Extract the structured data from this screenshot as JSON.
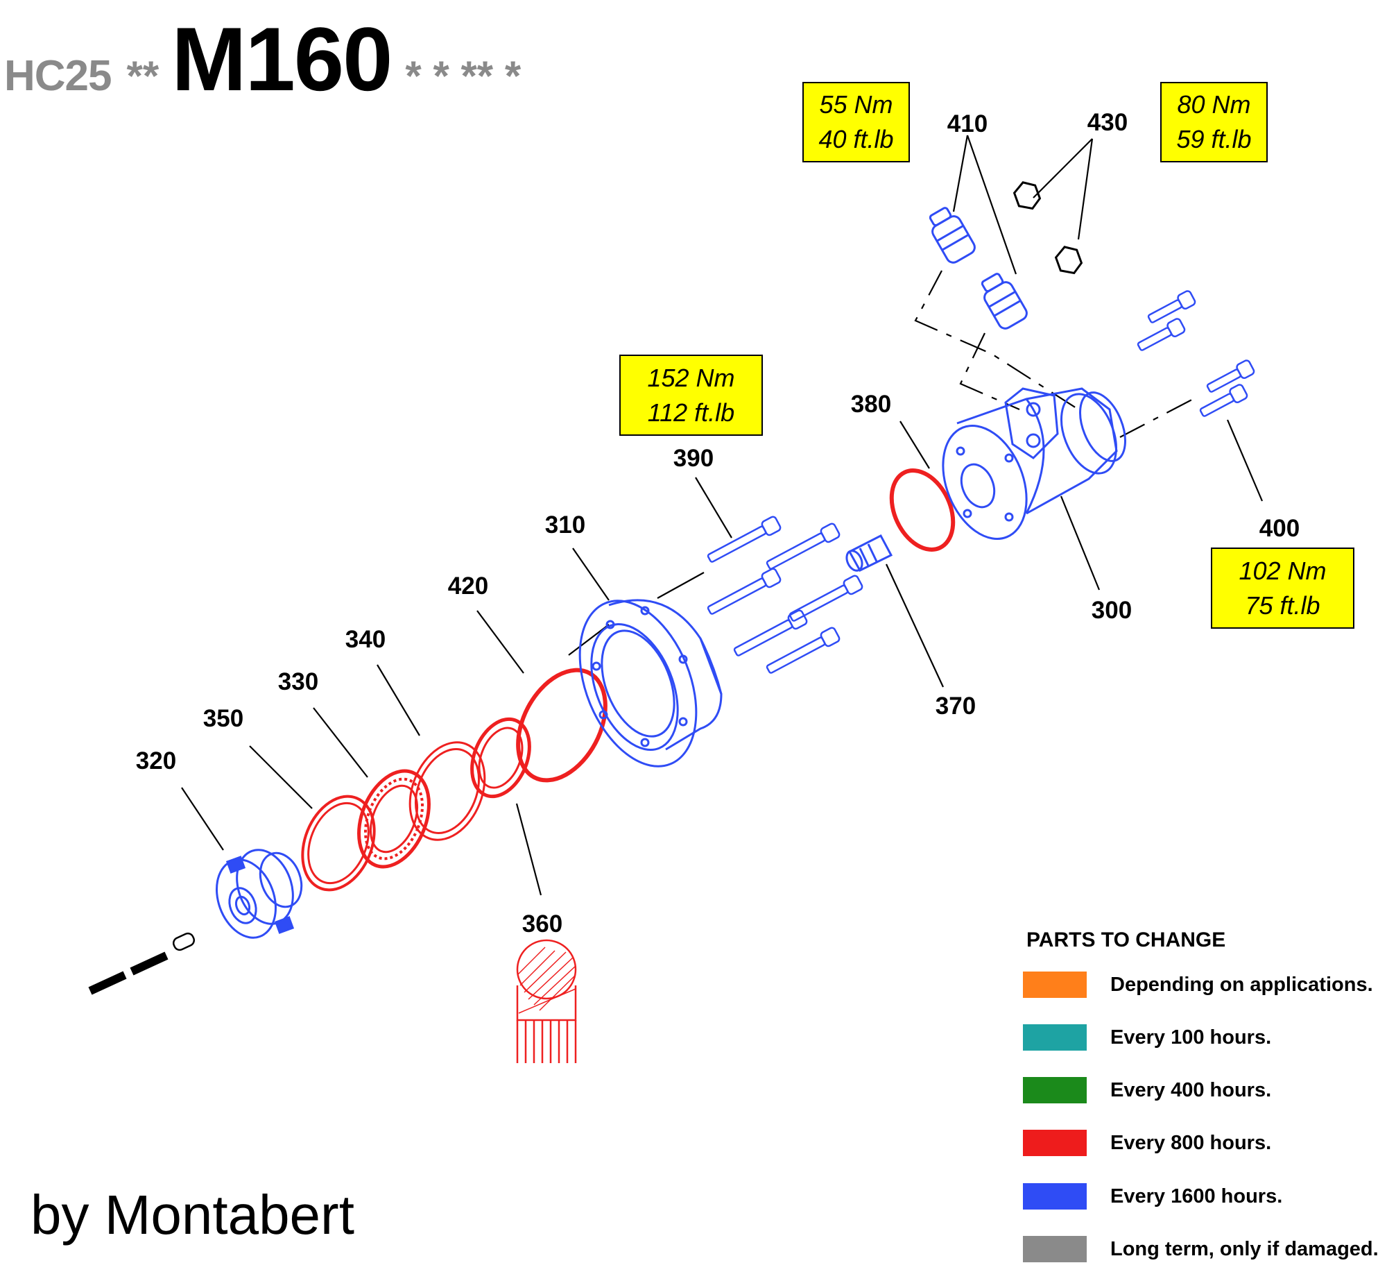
{
  "title": {
    "model": "HC25",
    "stars_left": "**",
    "main": "M160",
    "stars_right": "* * ** *"
  },
  "credit": "by Montabert",
  "torques": [
    {
      "nm": "55 Nm",
      "ftlb": "40 ft.lb"
    },
    {
      "nm": "80 Nm",
      "ftlb": "59 ft.lb"
    },
    {
      "nm": "152 Nm",
      "ftlb": "112 ft.lb"
    },
    {
      "nm": "102 Nm",
      "ftlb": "75 ft.lb"
    }
  ],
  "parts": [
    "410",
    "430",
    "380",
    "390",
    "310",
    "420",
    "340",
    "330",
    "350",
    "320",
    "360",
    "370",
    "300",
    "400"
  ],
  "colors": {
    "blue": "#2f4cf5",
    "red": "#ee2020",
    "black": "#000000",
    "torque_bg": "#ffff00"
  },
  "legend": {
    "title": "PARTS TO CHANGE",
    "items": [
      {
        "label": "Depending on applications.",
        "color": "#ff7f1a"
      },
      {
        "label": "Every 100 hours.",
        "color": "#1ea3a3"
      },
      {
        "label": "Every 400 hours.",
        "color": "#1b8a1b"
      },
      {
        "label": "Every 800 hours.",
        "color": "#ee1c1c"
      },
      {
        "label": "Every 1600 hours.",
        "color": "#2f4cf5"
      },
      {
        "label": "Long term, only if damaged.",
        "color": "#8a8a8a"
      }
    ]
  }
}
